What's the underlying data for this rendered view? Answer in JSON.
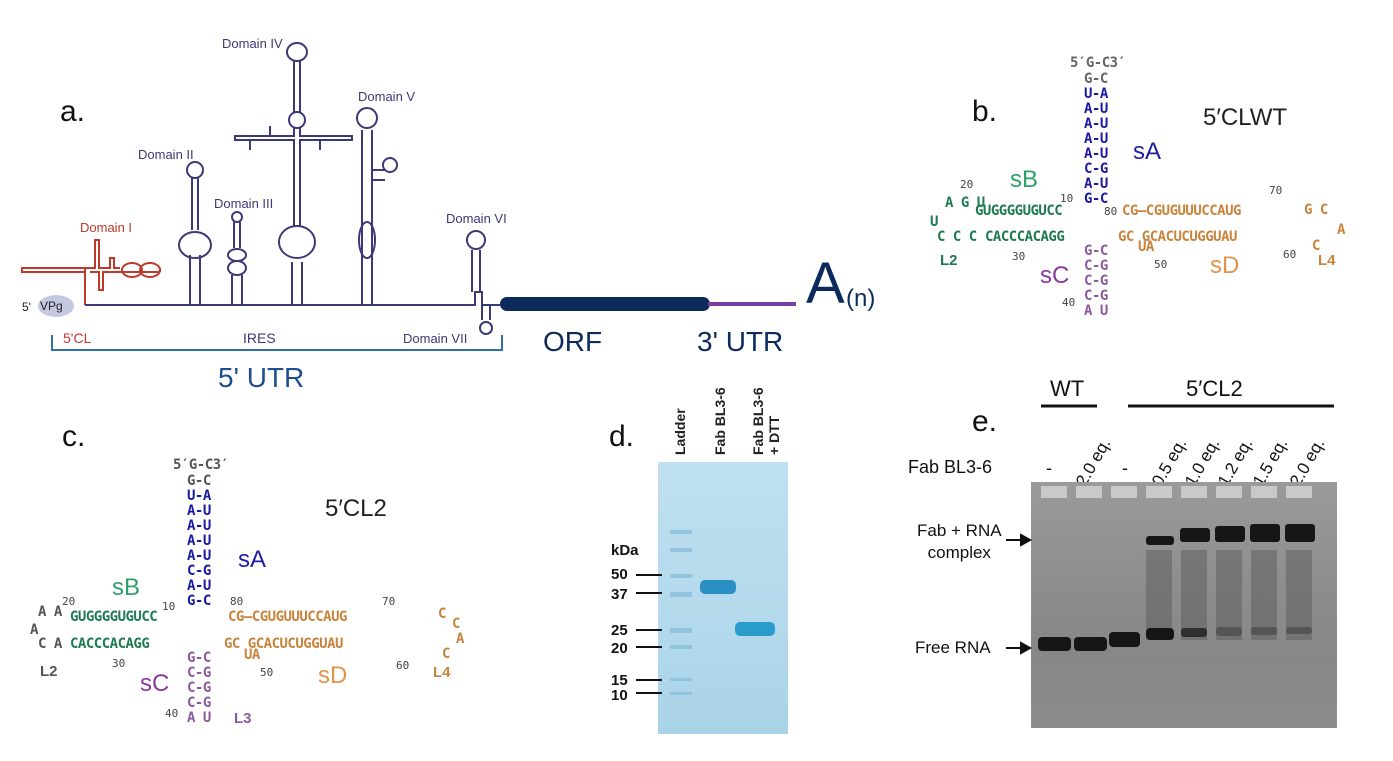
{
  "panel_a": {
    "letter": "a.",
    "domains": [
      "Domain I",
      "Domain II",
      "Domain III",
      "Domain IV",
      "Domain V",
      "Domain VI",
      "Domain VII"
    ],
    "vpg": "VPg",
    "five_prime": "5'",
    "cl_label": "5'CL",
    "ires_label": "IRES",
    "utr5_label": "5' UTR",
    "orf_label": "ORF",
    "utr3_label": "3' UTR",
    "polya_A": "A",
    "polya_n": "(n)",
    "colors": {
      "domain1": "#c0392b",
      "rna": "#3a3a78",
      "orf": "#0d2a5c",
      "utr3": "#7a3ea0",
      "bracket": "#2f6fa8"
    }
  },
  "panel_b": {
    "letter": "b.",
    "title": "5′CLWT",
    "sA": "sA",
    "sB": "sB",
    "sC": "sC",
    "sD": "sD",
    "L2": "L2",
    "L4": "L4",
    "top_left": "5′G",
    "top_mid": "-",
    "top_right": "C3′",
    "stemA": [
      "G-C",
      "U-A",
      "A-U",
      "A-U",
      "A-U",
      "A-U",
      "C-G",
      "A-U",
      "G-C"
    ],
    "sB_top": "GUGGGGUGUCC",
    "sB_bottom": "CACCCACAGG",
    "sD_top": "CG—CGUGUUUCCAUG",
    "sD_bottom": "GC  GCACUCUGGUAU",
    "stemC": [
      "G-C",
      "C-G",
      "C-G",
      "C-G"
    ],
    "loopC": "A U",
    "nums": [
      "20",
      "10",
      "80",
      "70",
      "30",
      "50",
      "60",
      "40"
    ]
  },
  "panel_c": {
    "letter": "c.",
    "title": "5′CL2",
    "sA": "sA",
    "sB": "sB",
    "sC": "sC",
    "sD": "sD",
    "L2": "L2",
    "L3": "L3",
    "L4": "L4",
    "top_left": "5′G",
    "top_mid": "-",
    "top_right": "C3′",
    "stemA": [
      "G-C",
      "U-A",
      "A-U",
      "A-U",
      "A-U",
      "A-U",
      "C-G",
      "A-U",
      "G-C"
    ],
    "sB_top": "GUGGGGUGUCC",
    "sB_bottom": "CACCCACAGG",
    "sD_top": "CG—CGUGUUUCCAUG",
    "sD_bottom": "GC  GCACUCUGGUAU",
    "stemC": [
      "G-C",
      "C-G",
      "C-G",
      "C-G"
    ],
    "loopC": "A U",
    "nums": [
      "20",
      "10",
      "80",
      "70",
      "30",
      "50",
      "60",
      "40"
    ]
  },
  "panel_d": {
    "letter": "d.",
    "lane_labels": [
      "Ladder",
      "Fab BL3-6",
      "Fab BL3-6",
      "+ DTT"
    ],
    "unit": "kDa",
    "markers": [
      "50",
      "37",
      "25",
      "20",
      "15",
      "10"
    ]
  },
  "panel_e": {
    "letter": "e.",
    "wt_label": "WT",
    "cl2_label": "5′CL2",
    "row_label": "Fab BL3-6",
    "lanes": [
      "-",
      "2.0 eq.",
      "-",
      "0.5 eq.",
      "1.0 eq.",
      "1.2 eq.",
      "1.5 eq.",
      "2.0 eq."
    ],
    "complex_label_1": "Fab + RNA",
    "complex_label_2": "complex",
    "free_label": "Free RNA"
  }
}
